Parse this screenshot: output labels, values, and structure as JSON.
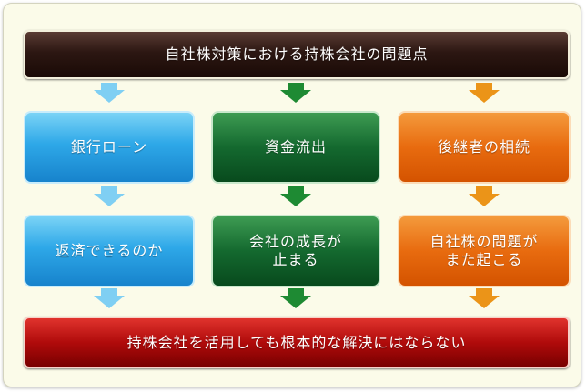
{
  "diagram": {
    "header": "自社株対策における持株会社の問題点",
    "columns": [
      {
        "label": "銀行ローン",
        "result": "返済できるのか",
        "color": "#2ea8e8"
      },
      {
        "label": "資金流出",
        "result": "会社の成長が\n止まる",
        "color": "#14692f"
      },
      {
        "label": "後継者の相続",
        "result": "自社株の問題が\nまた起こる",
        "color": "#e86b0f"
      }
    ],
    "conclusion": "持株会社を活用しても根本的な解決にはならない",
    "arrow_colors": [
      "#7fcff3",
      "#1e8a33",
      "#eb9418"
    ],
    "conclusion_color": "#b00b0b",
    "header_color": "#2c1712"
  }
}
